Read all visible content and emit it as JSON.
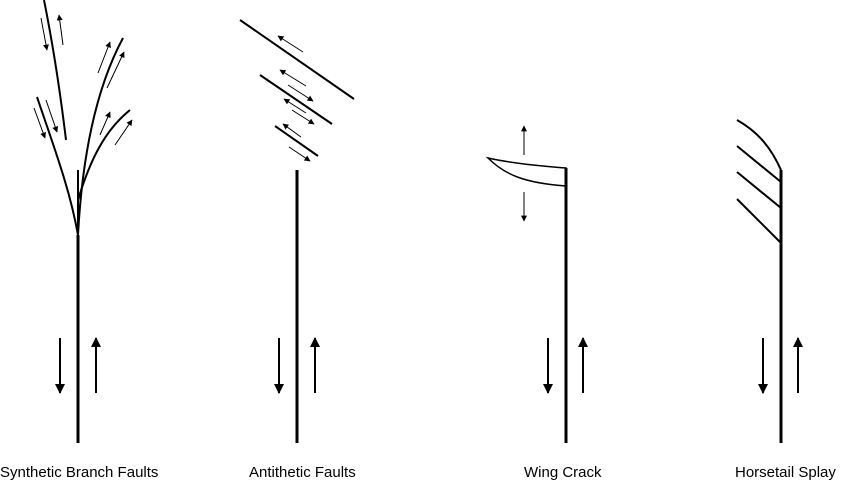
{
  "panels": [
    {
      "id": "synthetic",
      "caption": "Synthetic Branch Faults"
    },
    {
      "id": "antithetic",
      "caption": "Antithetic Faults"
    },
    {
      "id": "wing",
      "caption": "Wing Crack"
    },
    {
      "id": "horsetail",
      "caption": "Horsetail Splay"
    }
  ],
  "style": {
    "stroke_color": "#000000",
    "background": "#ffffff"
  }
}
